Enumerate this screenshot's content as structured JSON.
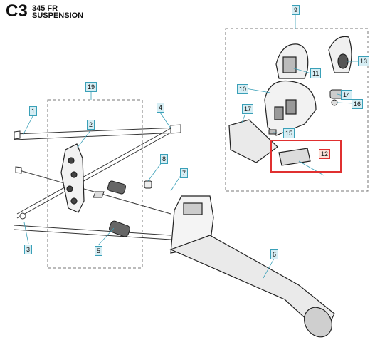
{
  "header": {
    "code": "C3",
    "model": "345 FR",
    "title": "SUSPENSION"
  },
  "callouts": [
    "1",
    "2",
    "3",
    "4",
    "5",
    "6",
    "7",
    "8",
    "9",
    "10",
    "11",
    "12",
    "13",
    "14",
    "15",
    "16",
    "17",
    "19"
  ],
  "highlighted_callout": "12",
  "colors": {
    "label_border": "#3aa0b8",
    "label_fill": "#d6eef4",
    "highlight": "#e03030"
  }
}
